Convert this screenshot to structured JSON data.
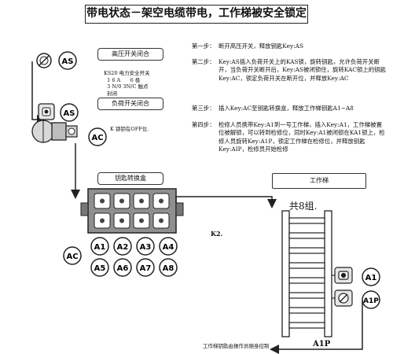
{
  "title": "带电状态－架空电缆带电，工作梯被安全锁定",
  "boxes": {
    "high_voltage_switch_close": "高压开关闭合",
    "load_switch_close": "负荷开关闭合",
    "key_exchange_box": "钥匙转换盒",
    "work_ladder": "工作梯"
  },
  "spec_text": "KS20 电力安全开关\n  1 6 A      6 极\n  3 N/0 3N/C 触点\n  封闭",
  "k_note": "K 锁钥在OFF位.",
  "k2_label": "K2.",
  "ladder_count": "共8组.",
  "caption": "工作梯钥匙由操作员随身控制",
  "circles": {
    "as_top": "AS",
    "as_mid": "AS",
    "ac_switch": "AC",
    "ac_left": "AC",
    "a1": "A1",
    "a2": "A2",
    "a3": "A3",
    "a4": "A4",
    "a5": "A5",
    "a6": "A6",
    "a7": "A7",
    "a8": "A8",
    "ladder_a1": "A1",
    "ladder_a1p": "A1P"
  },
  "a1p_bottom": "A1P",
  "steps": [
    {
      "label": "第一步：",
      "text": "断开高压开关，释放钥匙Key:AS"
    },
    {
      "label": "第二步：",
      "text": "Key:AS插入负荷开关上的KAS锁，旋转钥匙，允许负荷开关断开，当负荷开关断开后，Key:AS被闭锁住，旋转KAC锁上的钥匙Key:AC，锁定负荷开关在断开位，并释放Key:AC"
    },
    {
      "label": "第三步：",
      "text": "插入Key:AC至钥匙转换盒，释放工作梯钥匙A1~A8"
    },
    {
      "label": "第四步：",
      "text": "检修人员携带Key:A1到一号工作梯，插入Key:A1，工作梯被置位被解锁，可以转到检修位，同时Key:A1被闭锁在KA1锁上，检修人员旋转Key:A1P，锁定工作梯在检修位，并释放钥匙Key:AIP，检修员开始检修"
    }
  ]
}
